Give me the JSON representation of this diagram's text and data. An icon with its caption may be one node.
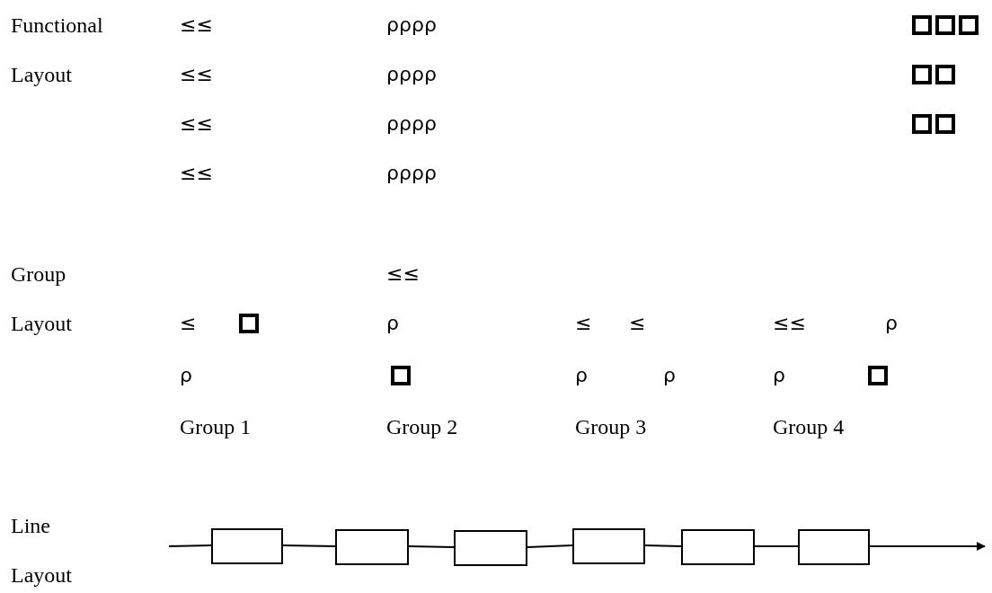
{
  "diagram": {
    "nodes": [
      {
        "text": [],
        "shape": "box"
      },
      {
        "text": [],
        "shape": "box"
      },
      {
        "text": [],
        "shape": "box"
      },
      {
        "text": [],
        "shape": "box"
      },
      {
        "text": [],
        "shape": "box"
      },
      {
        "text": [],
        "shape": "box"
      }
    ],
    "edges": [
      {
        "from": null,
        "to": 0,
        "arrow": "none"
      },
      {
        "from": 0,
        "to": 1,
        "arrow": "none"
      },
      {
        "from": 1,
        "to": 2,
        "arrow": "none"
      },
      {
        "from": 2,
        "to": 3,
        "arrow": "none"
      },
      {
        "from": 3,
        "to": 4,
        "arrow": "none"
      },
      {
        "from": 4,
        "to": 5,
        "arrow": "none"
      },
      {
        "from": 5,
        "to": null,
        "arrow": "to"
      }
    ],
    "labels": [
      "Functional",
      "≤≤",
      "ρρρρ",
      "Layout",
      "≤≤",
      "ρρρρ",
      "≤≤",
      "ρρρρ",
      "≤≤",
      "ρρρρ",
      "Group",
      "≤≤",
      "Layout",
      "≤",
      "ρ",
      "≤",
      "≤",
      "≤≤",
      "ρ",
      "ρ",
      "ρ",
      "ρ",
      "ρ",
      "Group 1",
      "Group 2",
      "Group 3",
      "Group 4",
      "Line",
      "Layout"
    ]
  }
}
